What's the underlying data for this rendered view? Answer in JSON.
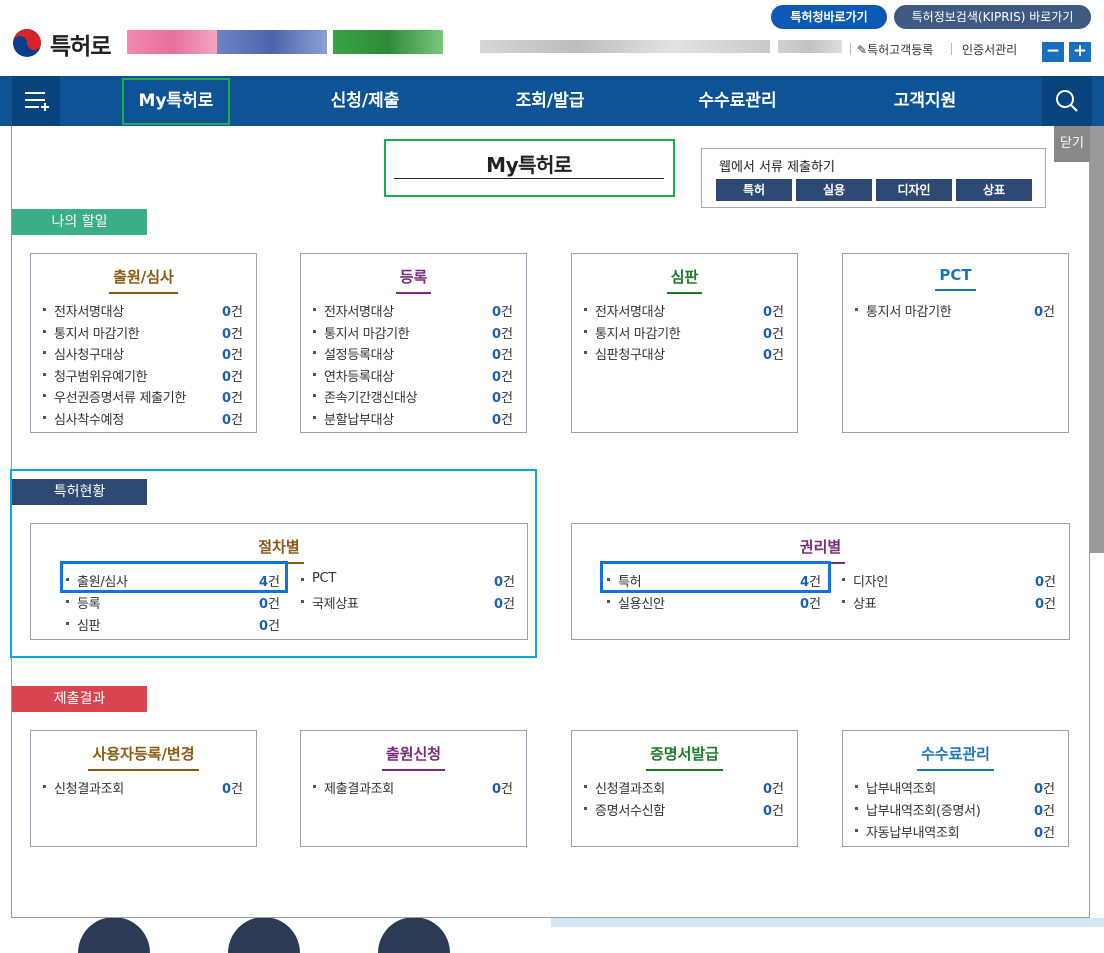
{
  "header": {
    "logo_text": "특허로",
    "top_buttons": [
      {
        "label": "특허청바로가기",
        "color": "#0d5ab5"
      },
      {
        "label": "특허정보검색(KIPRIS) 바로가기",
        "color": "#3f5a82"
      }
    ],
    "util_links": [
      "특허고객등록",
      "인증서관리"
    ],
    "zoom_out": "−",
    "zoom_in": "+"
  },
  "nav": {
    "items": [
      "My특허로",
      "신청/제출",
      "조회/발급",
      "수수료관리",
      "고객지원"
    ],
    "menu_icon": "menu-icon",
    "search_icon": "search-icon"
  },
  "panel": {
    "close_label": "닫기",
    "title": "My특허로",
    "web_submit": {
      "label": "웹에서 서류 제출하기",
      "buttons": [
        "특허",
        "실용",
        "디자인",
        "상표"
      ]
    }
  },
  "sections": {
    "todo": {
      "tag": "나의 할일",
      "tag_color": "#3cae85",
      "boxes": [
        {
          "title": "출원/심사",
          "color": "#8a5a12",
          "items": [
            {
              "label": "전자서명대상",
              "count": "0"
            },
            {
              "label": "통지서 마감기한",
              "count": "0"
            },
            {
              "label": "심사청구대상",
              "count": "0"
            },
            {
              "label": "청구범위유예기한",
              "count": "0"
            },
            {
              "label": "우선권증명서류 제출기한",
              "count": "0"
            },
            {
              "label": "심사착수예정",
              "count": "0"
            }
          ]
        },
        {
          "title": "등록",
          "color": "#7b2a7d",
          "items": [
            {
              "label": "전자서명대상",
              "count": "0"
            },
            {
              "label": "통지서 마감기한",
              "count": "0"
            },
            {
              "label": "설정등록대상",
              "count": "0"
            },
            {
              "label": "연차등록대상",
              "count": "0"
            },
            {
              "label": "존속기간갱신대상",
              "count": "0"
            },
            {
              "label": "분할납부대상",
              "count": "0"
            }
          ]
        },
        {
          "title": "심판",
          "color": "#1e7a26",
          "items": [
            {
              "label": "전자서명대상",
              "count": "0"
            },
            {
              "label": "통지서 마감기한",
              "count": "0"
            },
            {
              "label": "심판청구대상",
              "count": "0"
            }
          ]
        },
        {
          "title": "PCT",
          "color": "#1b78b8",
          "items": [
            {
              "label": "통지서 마감기한",
              "count": "0"
            }
          ]
        }
      ]
    },
    "status": {
      "tag": "특허현황",
      "tag_color": "#2e4a74",
      "by_procedure": {
        "title": "절차별",
        "color": "#8a5a12",
        "col1": [
          {
            "label": "출원/심사",
            "count": "4"
          },
          {
            "label": "등록",
            "count": "0"
          },
          {
            "label": "심판",
            "count": "0"
          }
        ],
        "col2": [
          {
            "label": "PCT",
            "count": "0"
          },
          {
            "label": "국제상표",
            "count": "0"
          }
        ]
      },
      "by_right": {
        "title": "권리별",
        "color": "#7b2a7d",
        "col1": [
          {
            "label": "특허",
            "count": "4"
          },
          {
            "label": "실용신안",
            "count": "0"
          }
        ],
        "col2": [
          {
            "label": "디자인",
            "count": "0"
          },
          {
            "label": "상표",
            "count": "0"
          }
        ]
      }
    },
    "results": {
      "tag": "제출결과",
      "tag_color": "#d9444f",
      "boxes": [
        {
          "title": "사용자등록/변경",
          "color": "#8a5a12",
          "items": [
            {
              "label": "신청결과조회",
              "count": "0"
            }
          ]
        },
        {
          "title": "출원신청",
          "color": "#7b2a7d",
          "items": [
            {
              "label": "제출결과조회",
              "count": "0"
            }
          ]
        },
        {
          "title": "증명서발급",
          "color": "#1e7a26",
          "items": [
            {
              "label": "신청결과조회",
              "count": "0"
            },
            {
              "label": "증명서수신함",
              "count": "0"
            }
          ]
        },
        {
          "title": "수수료관리",
          "color": "#1b78b8",
          "items": [
            {
              "label": "납부내역조회",
              "count": "0"
            },
            {
              "label": "납부내역조회(증명서)",
              "count": "0"
            },
            {
              "label": "자동납부내역조회",
              "count": "0"
            }
          ]
        }
      ]
    }
  },
  "unit": "건"
}
